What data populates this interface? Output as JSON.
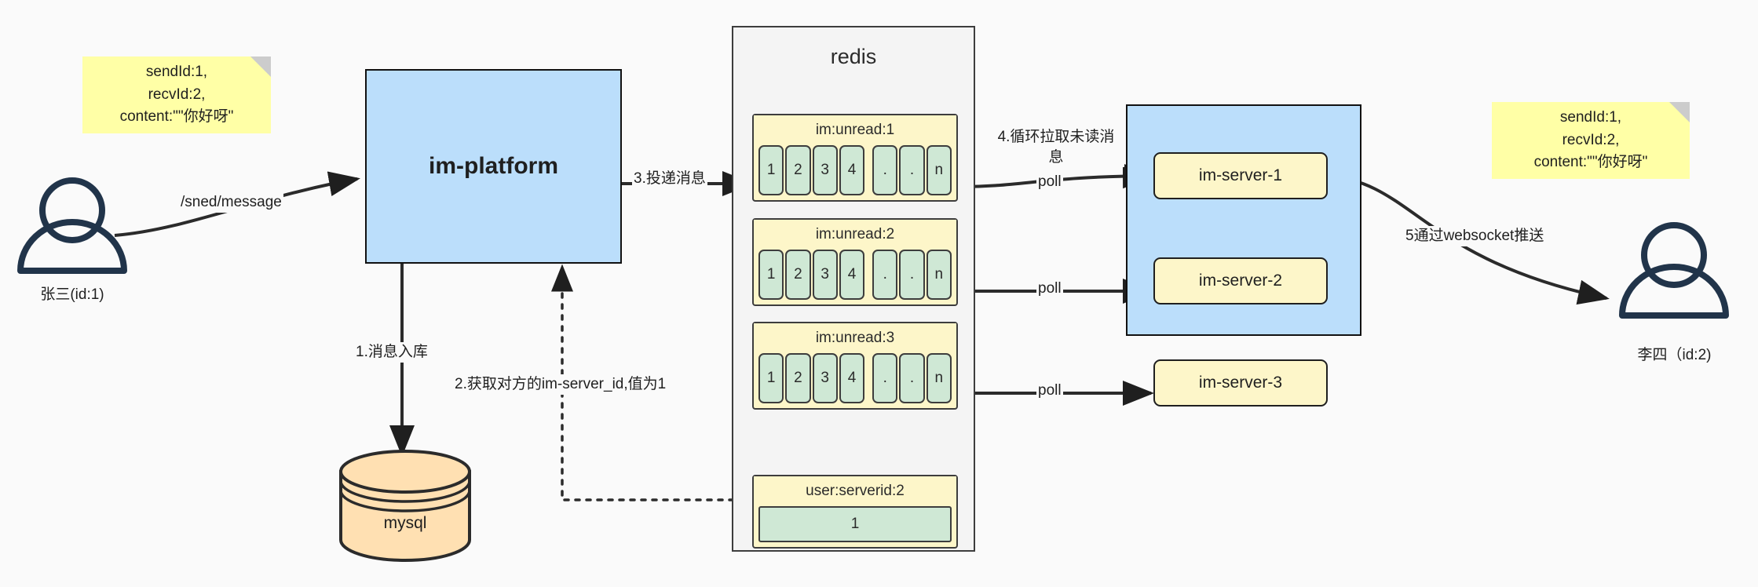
{
  "diagram": {
    "title": "IM message delivery architecture",
    "colors": {
      "background": "#fafafa",
      "note_yellow": "#ffffa6",
      "process_blue": "#bbdefb",
      "key_yellow": "#fdf6c9",
      "cell_green": "#cfe8d5",
      "db_orange": "#ffe0b2",
      "stroke_dark": "#1f1f1f",
      "stroke_gray": "#3d3d3d"
    }
  },
  "notes": [
    {
      "id": "note-left",
      "text": "sendId:1,\nrecvId:2,\ncontent:\"\"你好呀\""
    },
    {
      "id": "note-right",
      "text": "sendId:1,\nrecvId:2,\ncontent:\"\"你好呀\""
    }
  ],
  "actors": [
    {
      "id": "sender",
      "label": "张三(id:1)"
    },
    {
      "id": "receiver",
      "label": "李四（id:2)"
    }
  ],
  "platform": {
    "label": "im-platform"
  },
  "database": {
    "label": "mysql"
  },
  "redis": {
    "title": "redis",
    "keys": [
      {
        "name": "im:unread:1",
        "cells": [
          "1",
          "2",
          "3",
          "4",
          ".",
          ".",
          "n"
        ]
      },
      {
        "name": "im:unread:2",
        "cells": [
          "1",
          "2",
          "3",
          "4",
          ".",
          ".",
          "n"
        ]
      },
      {
        "name": "im:unread:3",
        "cells": [
          "1",
          "2",
          "3",
          "4",
          ".",
          ".",
          "n"
        ]
      }
    ],
    "serverid_key": {
      "name": "user:serverid:2",
      "value": "1"
    }
  },
  "servers": [
    {
      "label": "im-server-1"
    },
    {
      "label": "im-server-2"
    },
    {
      "label": "im-server-3"
    }
  ],
  "edges": {
    "send_message": "/sned/message",
    "step1_db": "1.消息入库",
    "step2_serverid": "2.获取对方的im-server_id,值为1",
    "step3_deliver": "3.投递消息",
    "step4_poll": "4.循环拉取未读消\n息",
    "poll_1": "poll",
    "poll_2": "poll",
    "poll_3": "poll",
    "step5_push": "5通过websocket推送"
  }
}
